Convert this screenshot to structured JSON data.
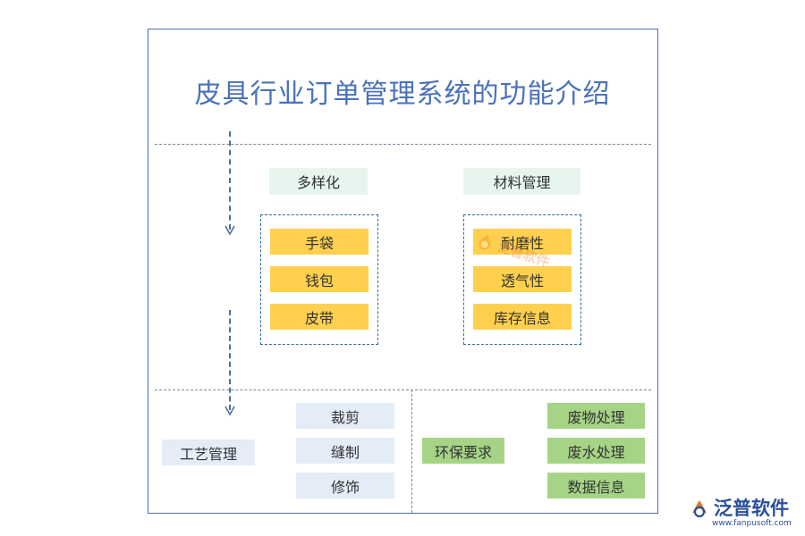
{
  "title": "皮具行业订单管理系统的功能介绍",
  "diversity": {
    "label": "多样化",
    "items": [
      "手袋",
      "钱包",
      "皮带"
    ]
  },
  "materials": {
    "label": "材料管理",
    "items": [
      "耐磨性",
      "透气性",
      "库存信息"
    ]
  },
  "craft": {
    "label": "工艺管理",
    "items": [
      "裁剪",
      "缝制",
      "修饰"
    ]
  },
  "eco": {
    "label": "环保要求",
    "items": [
      "废物处理",
      "废水处理",
      "数据信息"
    ]
  },
  "watermark": "泛普软件",
  "logo": {
    "name": "泛普软件",
    "url": "www.fanpusoft.com"
  },
  "colors": {
    "title": "#4a72b8",
    "label_bg": "#e6f6ee",
    "item_yellow": "#ffd04d",
    "item_blue": "#e4ecf8",
    "item_green": "#a6d486",
    "logo_orange": "#e07020",
    "logo_blue": "#2a4f9a"
  }
}
